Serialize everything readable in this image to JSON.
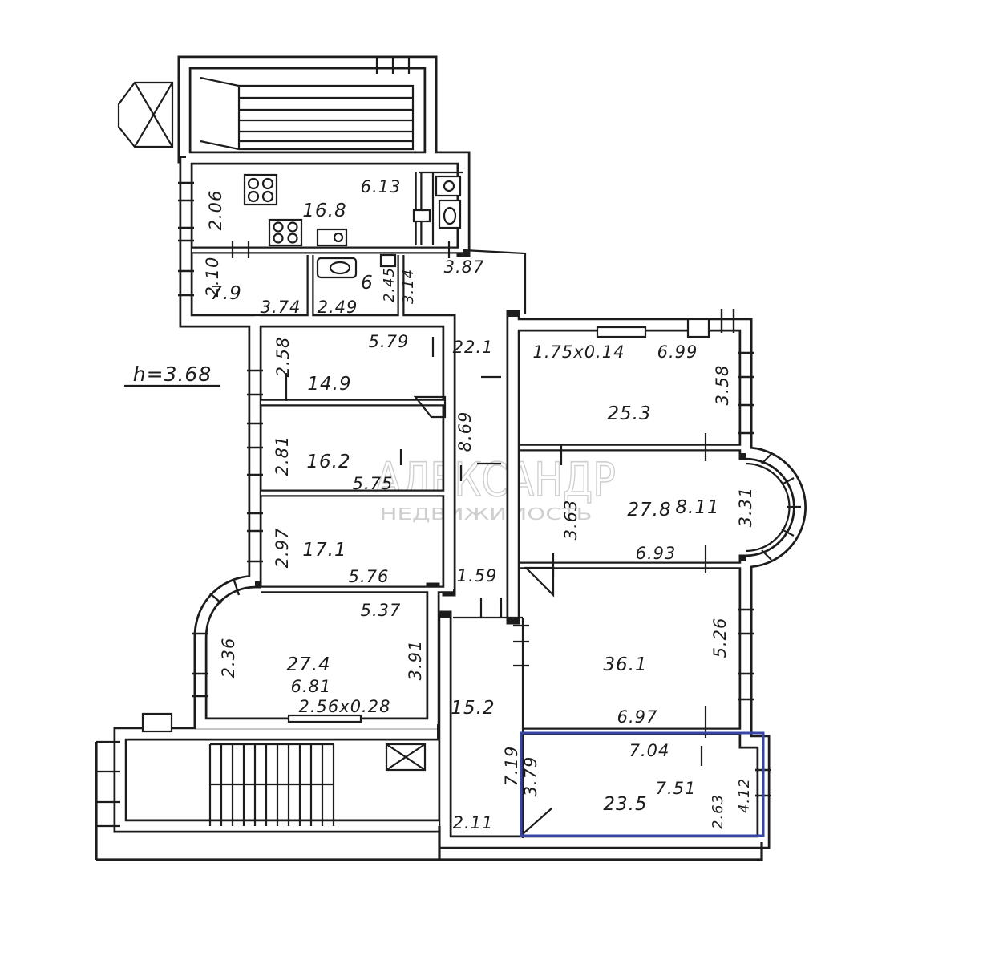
{
  "page": {
    "height_note": "h=3.68"
  },
  "labels": {
    "kitchen": {
      "area": "16.8",
      "width": "6.13",
      "depth": "2.06"
    },
    "small_room": {
      "area": "7.9",
      "depth": "2.10",
      "width": "3.74"
    },
    "bath": {
      "area": "6",
      "width": "2.49",
      "dim_a": "2.45",
      "dim_b": "3.14"
    },
    "hall": {
      "dim_top": "3.87",
      "area": "22.1",
      "length": "8.69",
      "dim_bottom": "1.59"
    },
    "room_14_9": {
      "width": "5.79",
      "depth": "2.58",
      "area": "14.9"
    },
    "room_16_2": {
      "depth": "2.81",
      "area": "16.2",
      "width": "5.75"
    },
    "room_17_1": {
      "depth": "2.97",
      "area": "17.1",
      "width": "5.76"
    },
    "room_27_4": {
      "width": "5.37",
      "area": "27.4",
      "width_bottom": "6.81",
      "depth": "3.91",
      "depth_bay": "2.36",
      "niche": "2.56x0.28"
    },
    "corridor": {
      "area": "15.2",
      "length": "7.19",
      "width": "2.11"
    },
    "room_25_3": {
      "niche": "1.75x0.14",
      "width": "6.99",
      "depth": "3.58",
      "area": "25.3"
    },
    "room_27_8": {
      "area": "27.8",
      "width": "8.11",
      "bay": "3.31",
      "depth": "3.63",
      "width_bottom": "6.93"
    },
    "room_36_1": {
      "area": "36.1",
      "depth": "5.26",
      "width": "6.97"
    },
    "room_23_5": {
      "width": "7.04",
      "area": "23.5",
      "dim_a": "7.51",
      "dim_b": "4.12",
      "dim_c": "2.63",
      "depth": "3.79"
    }
  },
  "watermark": {
    "line1": "АЛЕКСАНДР",
    "line2": "НЕДВИЖИМОСТЬ"
  },
  "colors": {
    "ink": "#1c1c1c",
    "paper": "#ffffff",
    "highlight": "#3546a6",
    "watermark": "#cfcfcf"
  }
}
